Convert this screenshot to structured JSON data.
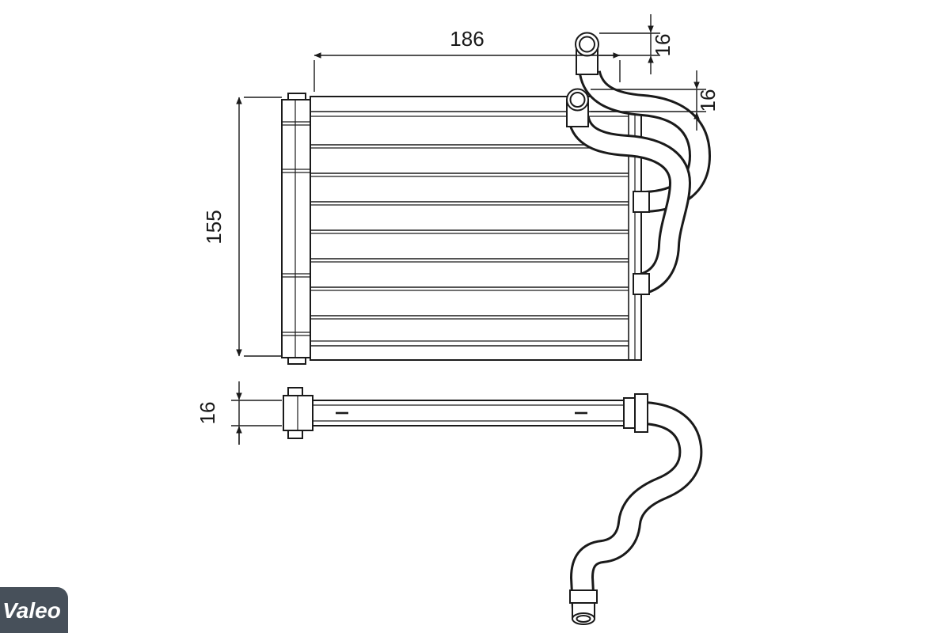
{
  "dimensions": {
    "core_width": "186",
    "core_height": "155",
    "inlet_pipe_diameter": "16",
    "outlet_pipe_diameter": "16",
    "core_depth": "16"
  },
  "logo": {
    "text": "Valeo"
  },
  "colors": {
    "line": "#1a1a1a",
    "background": "#ffffff",
    "logo_bg": "#47505a",
    "logo_text": "#ffffff"
  }
}
